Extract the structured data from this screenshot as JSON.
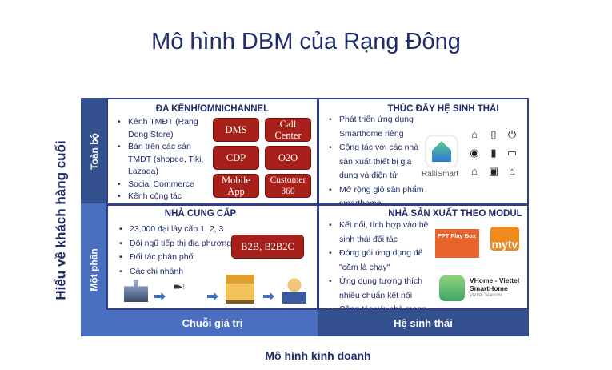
{
  "title": "Mô hình DBM của Rạng Đông",
  "y_axis_label": "Hiểu về khách hàng cuối",
  "x_axis_label": "Mô hình kinh doanh",
  "rows": [
    "Toàn bộ",
    "Một phần"
  ],
  "columns": [
    "Chuỗi giá trị",
    "Hệ sinh thái"
  ],
  "colors": {
    "navy": "#1f2d6b",
    "strip_dark": "#34508f",
    "strip_light": "#4a6fc0",
    "red_box": "#a8201a"
  },
  "q1": {
    "title": "ĐA KÊNH/OMNICHANNEL",
    "items": [
      "Kênh TMĐT (Rang Dong Store)",
      "Bán trên các sàn TMĐT (shopee, Tiki, Lazada)",
      "Social Commerce",
      "Kênh cộng tác"
    ],
    "boxes": [
      "DMS",
      "Call Center",
      "CDP",
      "O2O",
      "Mobile App",
      "Customer 360"
    ]
  },
  "q2": {
    "title": "THÚC ĐẨY HỆ SINH THÁI",
    "items": [
      "Phát triển ứng dụng Smarthome riêng",
      "Cộng tác với các nhà sản xuất thiết bị gia dụng và điện tử",
      "Mở rộng giỏ sản phẩm smarthome"
    ],
    "logo": "RalliSmart",
    "icons": [
      "smart-home-wifi",
      "smart-lock",
      "power",
      "camera",
      "battery",
      "laptop",
      "home-camera",
      "phone-signal",
      "eco-home"
    ]
  },
  "q3": {
    "title": "NHÀ CUNG CẤP",
    "items": [
      "23,000 đại láy cấp 1, 2, 3",
      "Đội ngũ tiếp thị địa phương",
      "Đối tác phân phối",
      "Các chi nhánh"
    ],
    "box": "B2B, B2B2C",
    "flow": [
      "factory",
      "distribution",
      "store",
      "customer"
    ]
  },
  "q4": {
    "title": "NHÀ SẢN XUẤT THEO MODUL",
    "items": [
      "Kết nối, tích hợp vào hệ sinh thái đối tác",
      "Đóng gói ứng dụng để \"cắm là chạy\"",
      "Ứng dụng tương thích nhiều chuẩn kết nối",
      "Cộng tác với nhà mạng"
    ],
    "fpt": "FPT Play Box",
    "mytv": "mytv",
    "vhome": {
      "name": "VHome - Viettel SmartHome",
      "publisher": "Viettel Telecom"
    }
  }
}
